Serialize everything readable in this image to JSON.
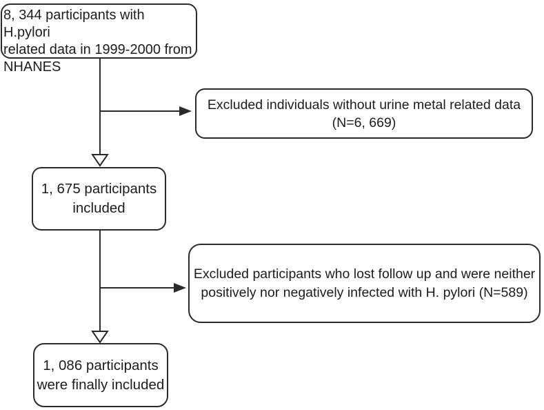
{
  "diagram": {
    "type": "flowchart",
    "nodes": [
      {
        "id": "initial",
        "lines": [
          "8, 344 participants with H.pylori",
          "related data in 1999-2000 from",
          "NHANES"
        ]
      },
      {
        "id": "excluded-urine-metal",
        "lines": [
          "Excluded individuals without urine metal related data",
          "(N=6, 669)"
        ]
      },
      {
        "id": "included",
        "lines": [
          "1, 675 participants",
          "included"
        ]
      },
      {
        "id": "excluded-followup",
        "lines": [
          "Excluded participants who lost follow up and were neither",
          "positively nor negatively infected with H. pylori (N=589)"
        ]
      },
      {
        "id": "final",
        "lines": [
          "1, 086 participants",
          "were finally included"
        ]
      }
    ],
    "edges": [
      {
        "from": "initial",
        "to": "included",
        "arrow": "open-down"
      },
      {
        "from": "initial",
        "to": "excluded-urine-metal",
        "arrow": "filled-right"
      },
      {
        "from": "included",
        "to": "final",
        "arrow": "open-down"
      },
      {
        "from": "included",
        "to": "excluded-followup",
        "arrow": "filled-right"
      }
    ],
    "colors": {
      "line": "#2a2a2a",
      "text": "#1c1c1c",
      "background": "#ffffff",
      "box_fill": "#ffffff"
    }
  }
}
